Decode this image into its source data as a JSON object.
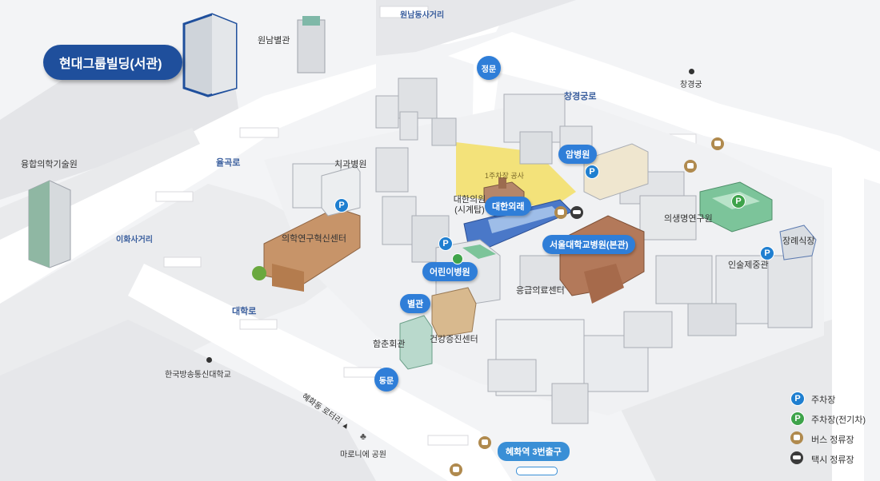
{
  "main_label": "현대그룹빌딩(서관)",
  "roads": {
    "wonnam": "원남동사거리",
    "changgyeonggung_ro": "창경궁로",
    "yulgok_ro": "율곡로",
    "ihwa": "이화사거리",
    "daehak_ro": "대학로",
    "hyehwa_rotary": "혜화동 로터리 ▲"
  },
  "gates": {
    "main_gate": "정문",
    "east_gate": "동문"
  },
  "places": {
    "wonnam_annex": "원남별관",
    "changgyeonggung": "창경궁",
    "convergence_inst": "융합의학기술원",
    "dental_hospital": "치과병원",
    "parking_construction": "1주차장 공사",
    "daehan_clock": "대한의원\n(시계탑)",
    "medical_innovation": "의학연구혁신센터",
    "biomedical_research": "의생명연구원",
    "injeje_hall": "인술제중관",
    "welfare_hall": "장례식장",
    "emergency_center": "응급의료센터",
    "hamchun_hall": "함춘회관",
    "health_center": "건강증진센터",
    "knou": "한국방송통신대학교",
    "marronnier_park": "마로니에 공원"
  },
  "highlights": {
    "cancer_hospital": "암병원",
    "daehan_outpatient": "대한외래",
    "main_hospital": "서울대학교병원(본관)",
    "children_hospital": "어린이병원",
    "annex": "별관",
    "subway_exit": "혜화역 3번출구"
  },
  "legend": {
    "parking": "주차장",
    "parking_ev": "주차장(전기차)",
    "bus_stop": "버스 정류장",
    "taxi_stop": "택시 정류장"
  },
  "icon_letters": {
    "parking": "P"
  },
  "colors": {
    "primary_blue": "#2f7ed8",
    "dark_blue": "#1f4f9c",
    "parking_green": "#3ea34a",
    "bus_brown": "#b08a4e",
    "construction_yellow": "#f3e27a"
  }
}
